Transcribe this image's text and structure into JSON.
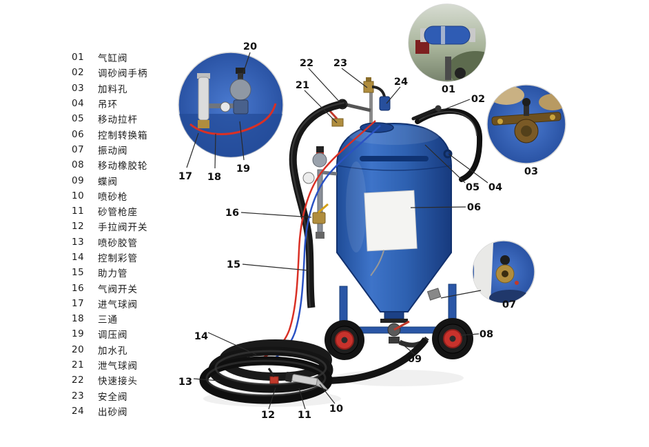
{
  "parts": {
    "items": [
      {
        "num": "01",
        "name": "气缸阀"
      },
      {
        "num": "02",
        "name": "调砂阀手柄"
      },
      {
        "num": "03",
        "name": "加料孔"
      },
      {
        "num": "04",
        "name": "吊环"
      },
      {
        "num": "05",
        "name": "移动拉杆"
      },
      {
        "num": "06",
        "name": "控制转换箱"
      },
      {
        "num": "07",
        "name": "振动阀"
      },
      {
        "num": "08",
        "name": "移动橡胶轮"
      },
      {
        "num": "09",
        "name": "蝶阀"
      },
      {
        "num": "10",
        "name": "喷砂枪"
      },
      {
        "num": "11",
        "name": "砂管枪座"
      },
      {
        "num": "12",
        "name": "手拉阀开关"
      },
      {
        "num": "13",
        "name": "喷砂胶管"
      },
      {
        "num": "14",
        "name": "控制彩管"
      },
      {
        "num": "15",
        "name": "助力管"
      },
      {
        "num": "16",
        "name": "气阀开关"
      },
      {
        "num": "17",
        "name": "进气球阀"
      },
      {
        "num": "18",
        "name": "三通"
      },
      {
        "num": "19",
        "name": "调压阀"
      },
      {
        "num": "20",
        "name": "加水孔"
      },
      {
        "num": "21",
        "name": "泄气球阀"
      },
      {
        "num": "22",
        "name": "快速接头"
      },
      {
        "num": "23",
        "name": "安全阀"
      },
      {
        "num": "24",
        "name": "出砂阀"
      }
    ]
  },
  "callouts": {
    "n01": "01",
    "n02": "02",
    "n03": "03",
    "n04": "04",
    "n05": "05",
    "n06": "06",
    "n07": "07",
    "n08": "08",
    "n09": "09",
    "n10": "10",
    "n11": "11",
    "n12": "12",
    "n13": "13",
    "n14": "14",
    "n15": "15",
    "n16": "16",
    "n17": "17",
    "n18": "18",
    "n19": "19",
    "n20": "20",
    "n21": "21",
    "n22": "22",
    "n23": "23",
    "n24": "24"
  },
  "colors": {
    "vessel_blue": "#2e61b1",
    "vessel_blue_dark": "#173a7e",
    "inset_photo_blue": "#3a68bc",
    "wheel_hub_red": "#c8322c",
    "tube_red": "#d93025",
    "tube_blue": "#2a52c4",
    "hose_black": "#181818",
    "brass": "#b08d3e",
    "text_color": "#1b1b1b"
  }
}
